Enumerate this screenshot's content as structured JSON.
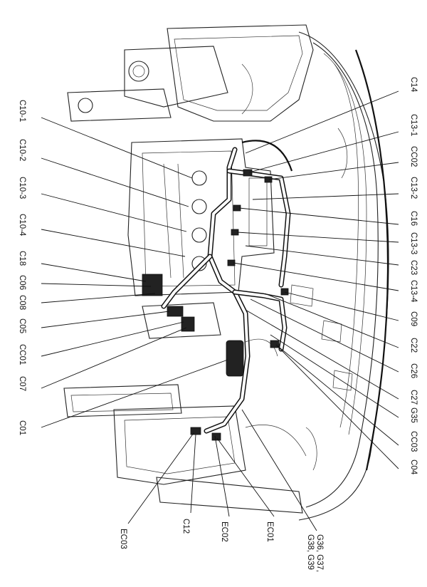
{
  "labels": {
    "top_left": [
      "C10-1",
      "C10-2",
      "C10-3",
      "C10-4",
      "C18",
      "C06",
      "C08",
      "C05",
      "CC01",
      "C07",
      "C01"
    ],
    "top_right": [
      "C14",
      "C13-1",
      "CC02",
      "C13-2",
      "C16",
      "C13-3",
      "C23",
      "C13-4",
      "C09",
      "C22",
      "C26",
      "C27",
      "G35",
      "CC03",
      "C04"
    ],
    "bottom": [
      "EC03",
      "C12",
      "EC02",
      "EC01"
    ],
    "bottom_multiline": [
      "G36, G37,",
      "G38, G39"
    ]
  }
}
